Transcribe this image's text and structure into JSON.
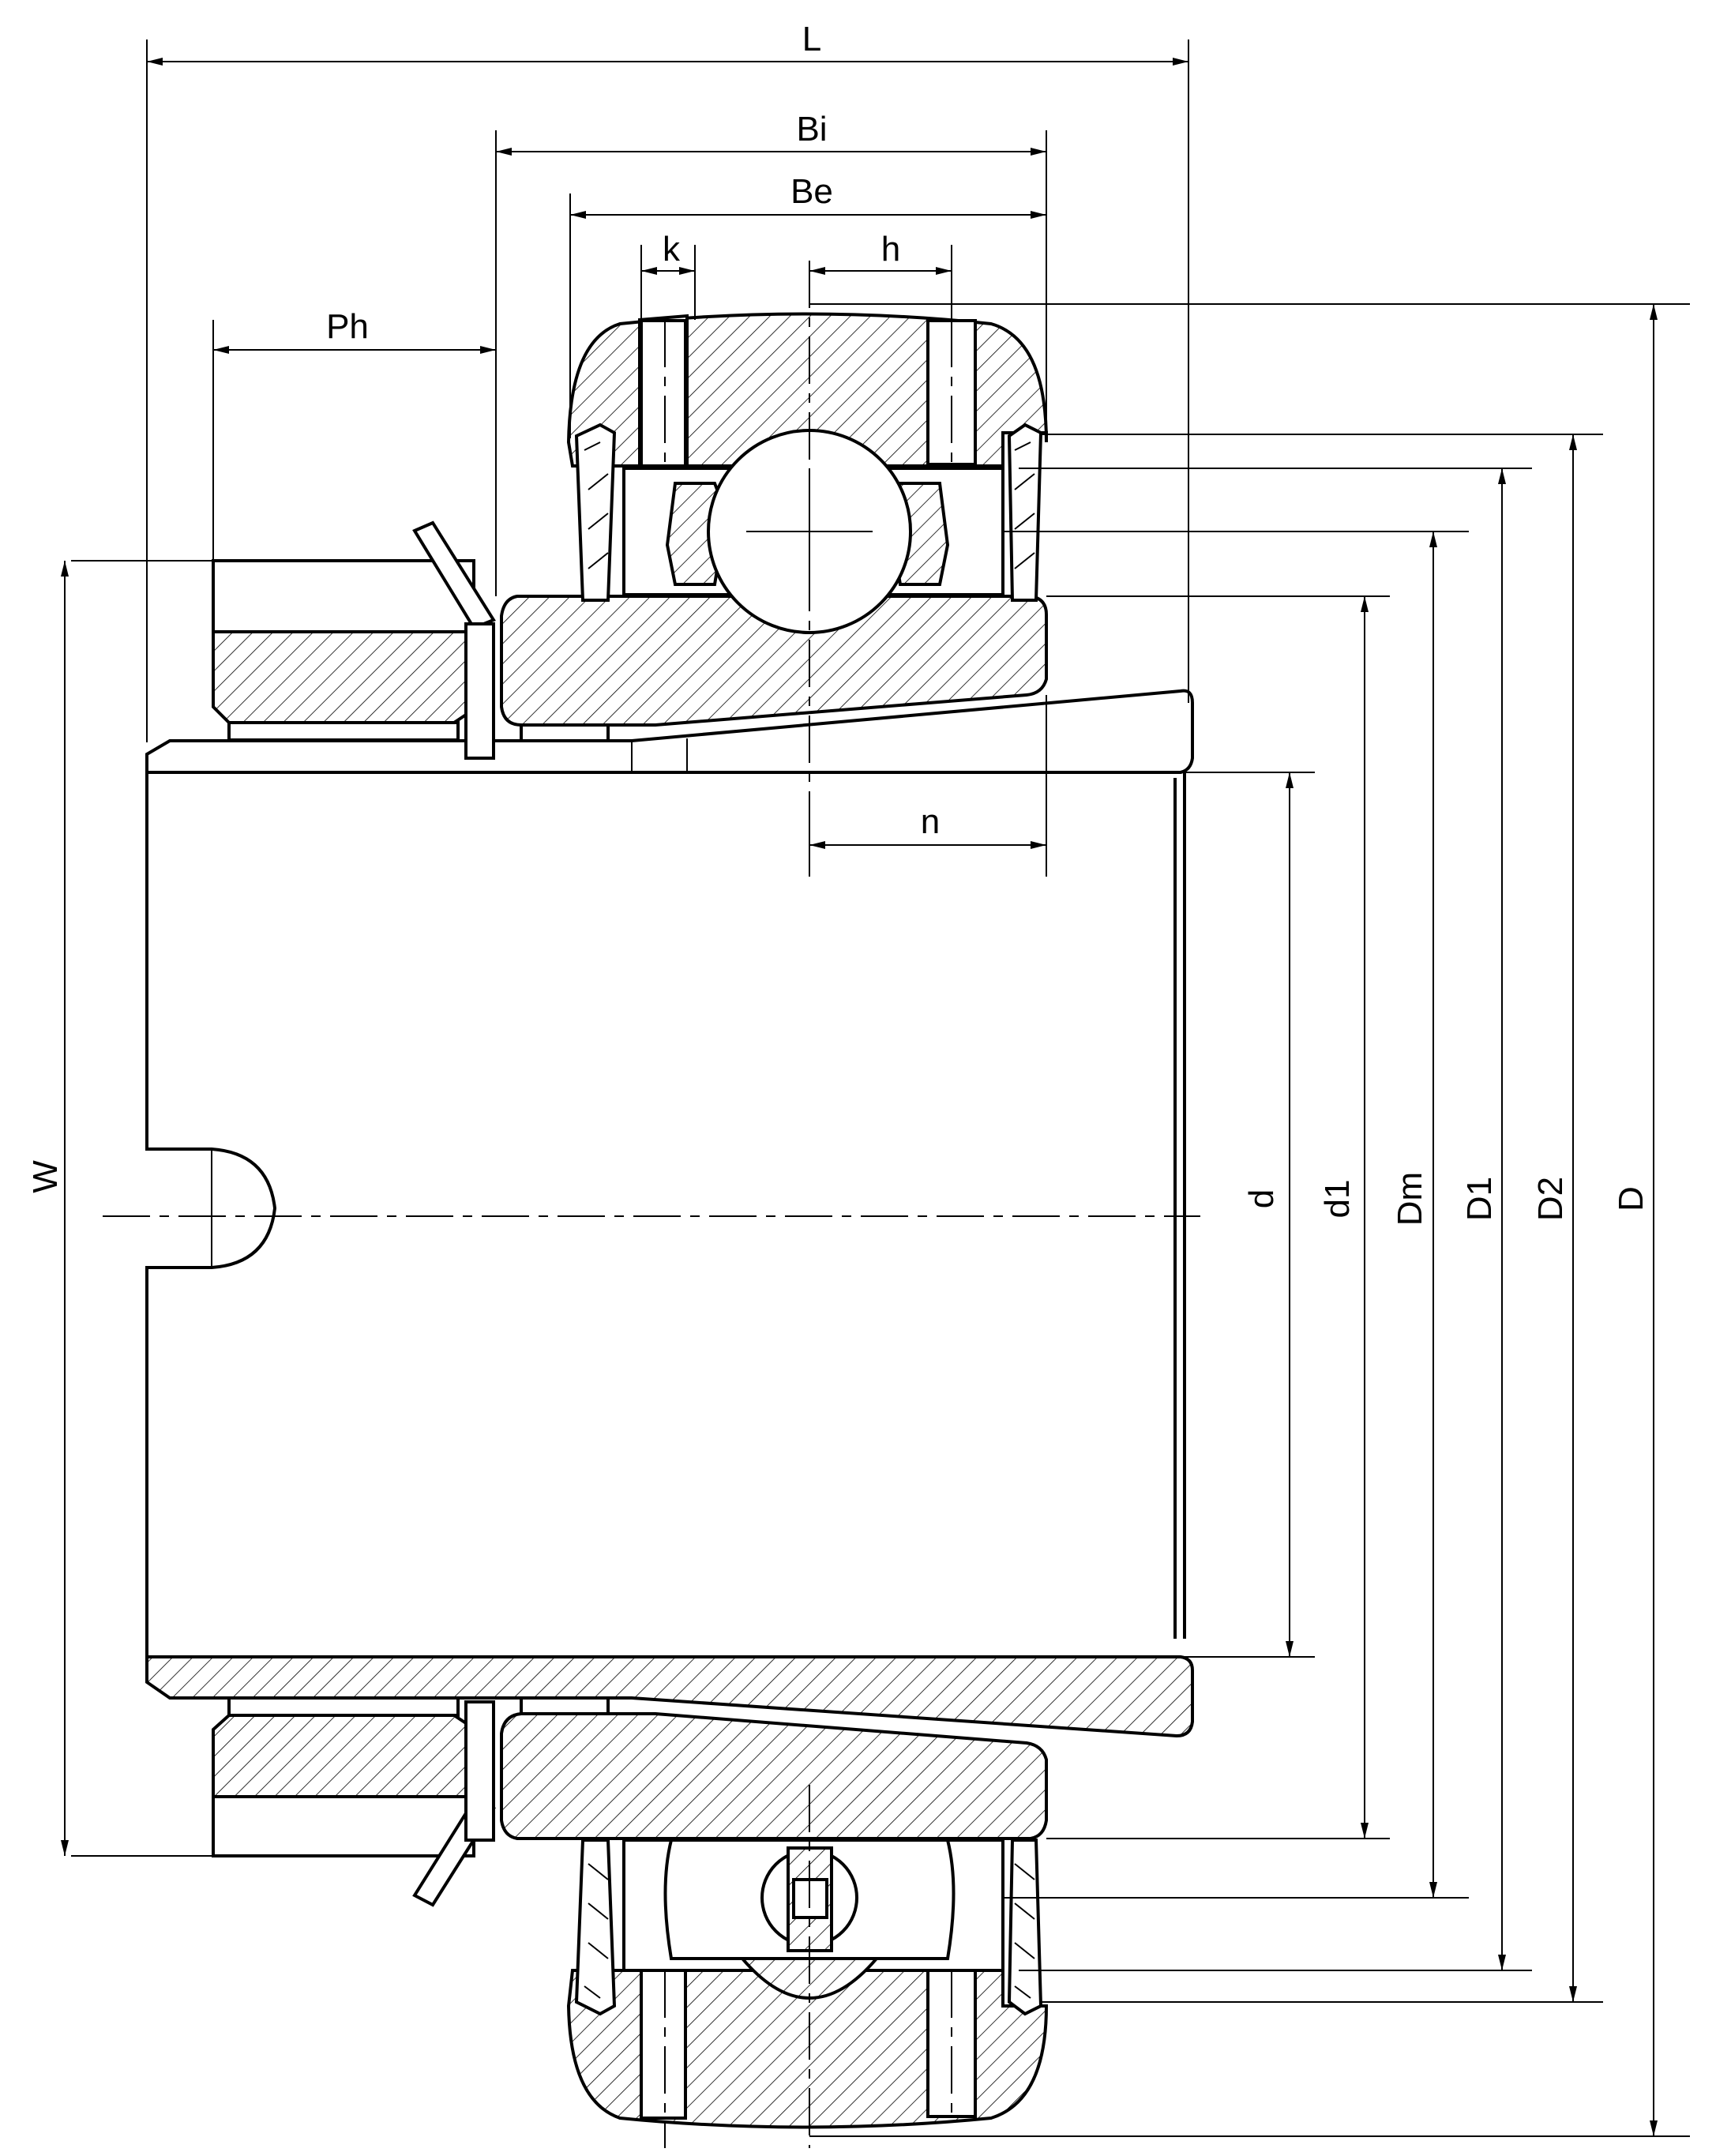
{
  "labels": {
    "L": "L",
    "Bi": "Bi",
    "Be": "Be",
    "k": "k",
    "h": "h",
    "Ph": "Ph",
    "n": "n",
    "W": "W",
    "d": "d",
    "d1": "d1",
    "Dm": "Dm",
    "D1": "D1",
    "D2": "D2",
    "D": "D"
  }
}
